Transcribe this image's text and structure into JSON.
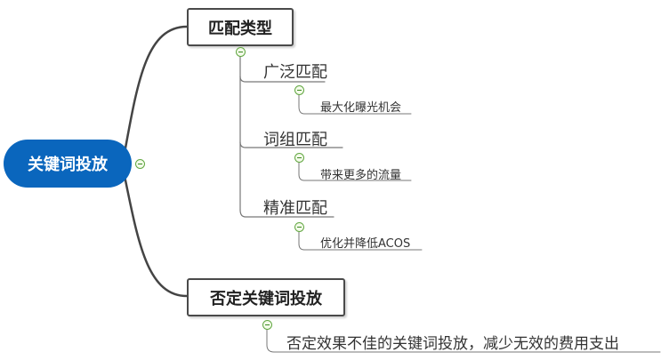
{
  "root": {
    "label": "关键词投放"
  },
  "branches": [
    {
      "label": "匹配类型",
      "children": [
        {
          "label": "广泛匹配",
          "note": "最大化曝光机会"
        },
        {
          "label": "词组匹配",
          "note": "带来更多的流量"
        },
        {
          "label": "精准匹配",
          "note": "优化并降低ACOS"
        }
      ]
    },
    {
      "label": "否定关键词投放",
      "note": "否定效果不佳的关键词投放，减少无效的费用支出"
    }
  ],
  "colors": {
    "root_fill": "#0a66bd",
    "line": "#444444",
    "collapse_marker": "#62a742"
  }
}
